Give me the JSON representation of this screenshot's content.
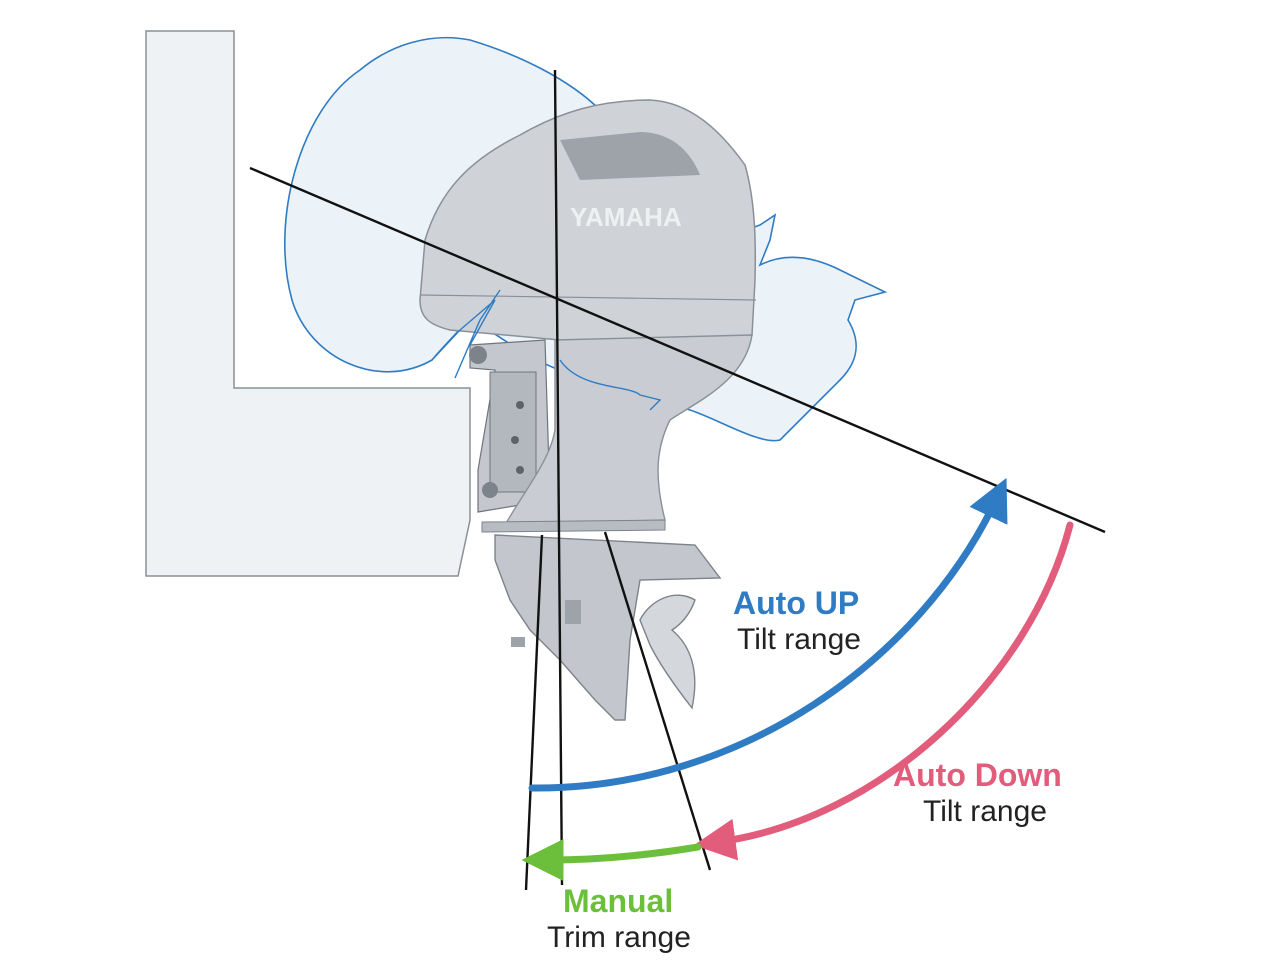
{
  "brand": {
    "logo_text": "YAMAHA"
  },
  "labels": {
    "auto_up": {
      "title": "Auto UP",
      "subtitle": "Tilt range",
      "color": "#2f7cc4"
    },
    "auto_down": {
      "title": "Auto Down",
      "subtitle": "Tilt range",
      "color": "#e25c7c"
    },
    "manual": {
      "title": "Manual",
      "subtitle": "Trim range",
      "color": "#6cbf3a"
    }
  },
  "colors": {
    "transom": "#eef2f5",
    "engine": "#cfd3d8",
    "engine_dark": "#a9aeb5",
    "ghost_fill": "#e4eef6",
    "ghost_stroke": "#2f7cc4",
    "line": "#111111"
  }
}
